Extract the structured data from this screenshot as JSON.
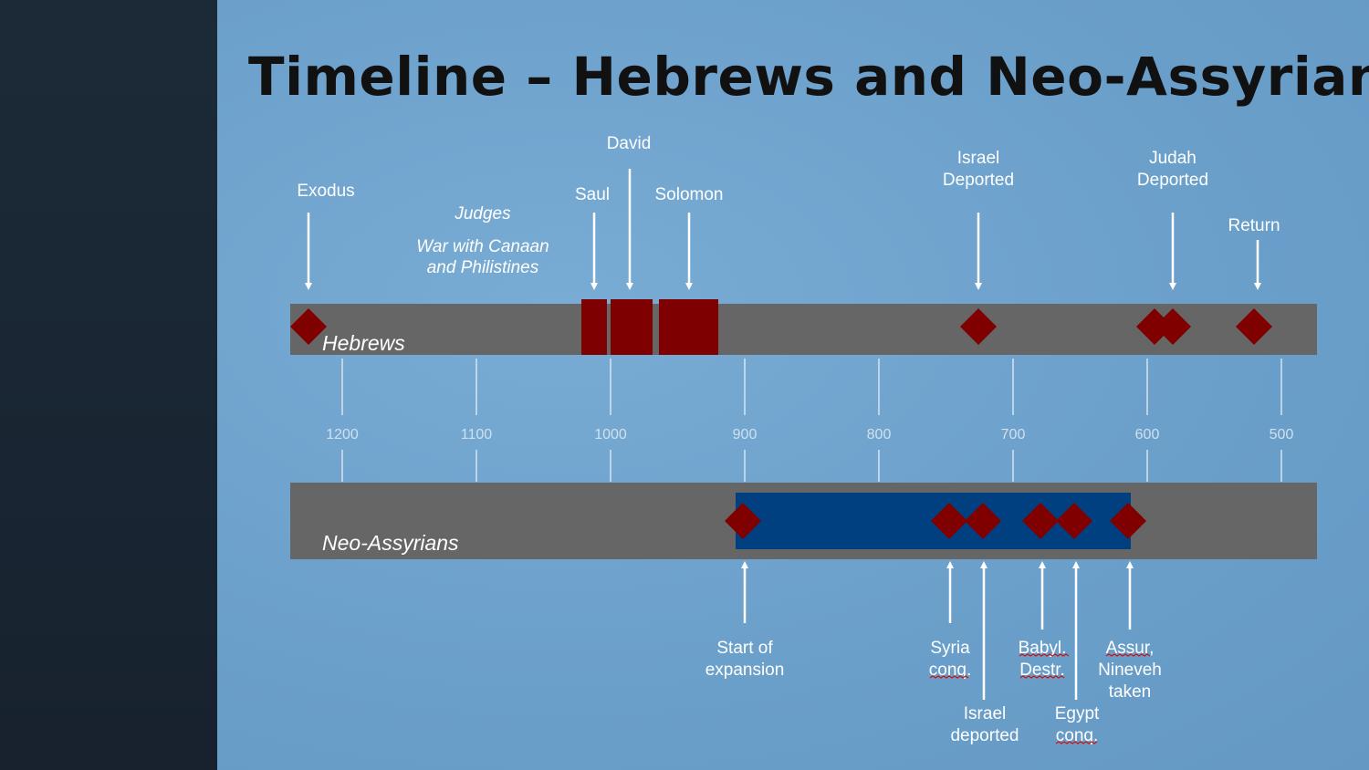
{
  "title": "Timeline – Hebrews and Neo-Assyrians",
  "colors": {
    "bar": "#666666",
    "event": "#800000",
    "empire": "#003f80",
    "background": "#6fa3cd",
    "panel": "#1a2634"
  },
  "axis": {
    "ticks": [
      "1200",
      "1100",
      "1000",
      "900",
      "800",
      "700",
      "600",
      "500"
    ],
    "unit": "BC"
  },
  "hebrews": {
    "label": "Hebrews",
    "top_labels": {
      "exodus": "Exodus",
      "david": "David",
      "saul": "Saul",
      "solomon": "Solomon",
      "judges": "Judges",
      "war1": "War with Canaan",
      "war2": "and Philistines",
      "israel1": "Israel",
      "israel2": "Deported",
      "judah1": "Judah",
      "judah2": "Deported",
      "return": "Return"
    }
  },
  "assyrians": {
    "label": "Neo-Assyrians",
    "bottom_labels": {
      "start1": "Start of",
      "start2": "expansion",
      "syria1": "Syria",
      "syria2": "conq.",
      "israel1": "Israel",
      "israel2": "deported",
      "babyl1": "Babyl.",
      "babyl2": "Destr.",
      "egypt1": "Egypt",
      "egypt2": "conq.",
      "assur1": "Assur,",
      "assur2": "Nineveh",
      "assur3": "taken"
    }
  }
}
